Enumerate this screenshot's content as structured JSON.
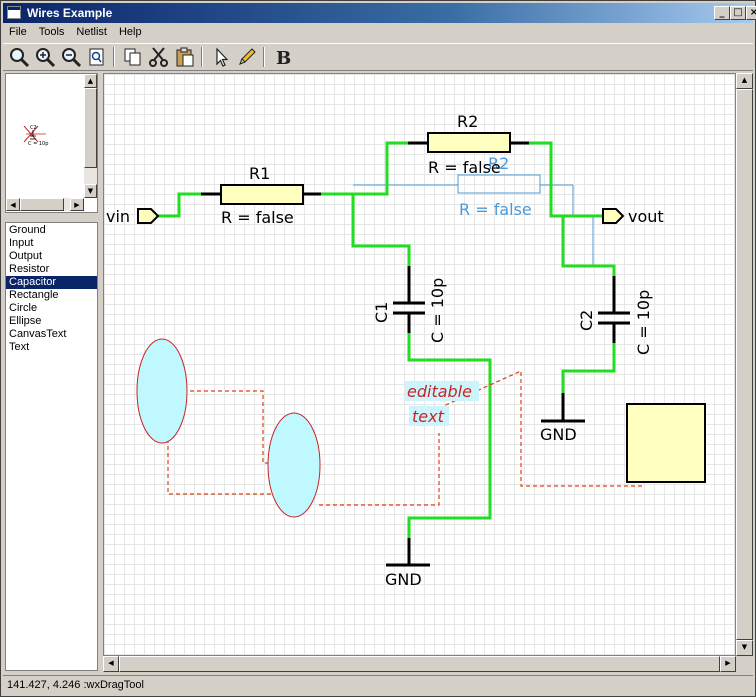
{
  "window": {
    "title": "Wires Example"
  },
  "menu": [
    "File",
    "Tools",
    "Netlist",
    "Help"
  ],
  "toolbar": {
    "tools": [
      "zoom-icon",
      "zoom-in-icon",
      "zoom-out-icon",
      "zoom-fit-icon",
      "copy-icon",
      "cut-icon",
      "paste-icon",
      "pointer-icon",
      "pencil-icon",
      "bold-icon"
    ],
    "bold_label": "B"
  },
  "palette": {
    "items": [
      "Ground",
      "Input",
      "Output",
      "Resistor",
      "Capacitor",
      "Rectangle",
      "Circle",
      "Ellipse",
      "CanvasText",
      "Text"
    ],
    "selected": "Capacitor"
  },
  "preview": {
    "cap_name": "C2",
    "cap_value": "C = 10p"
  },
  "schematic": {
    "r1_name": "R1",
    "r1_value": "R = false",
    "r2_name": "R2",
    "r2_value": "R = false",
    "r2_ghost_name": "R2",
    "r2_ghost_value": "R = false",
    "vin": "vin",
    "vout": "vout",
    "c1_name": "C1",
    "c1_value": "C = 10p",
    "c2_name": "C2",
    "c2_value": "C = 10p",
    "gnd1": "GND",
    "gnd2": "GND",
    "editable_text_line1": "editable",
    "editable_text_line2": "text"
  },
  "status": {
    "text": "141.427, 4.246 :wxDragTool"
  },
  "colors": {
    "wire": "#22dd22",
    "resistor_fill": "#ffffc0",
    "ellipse_fill": "#c0f8ff",
    "ellipse_stroke": "#cc2222",
    "dashed_link": "#e04010",
    "ghost": "#4a9ad8",
    "selection": "#0a246a"
  }
}
